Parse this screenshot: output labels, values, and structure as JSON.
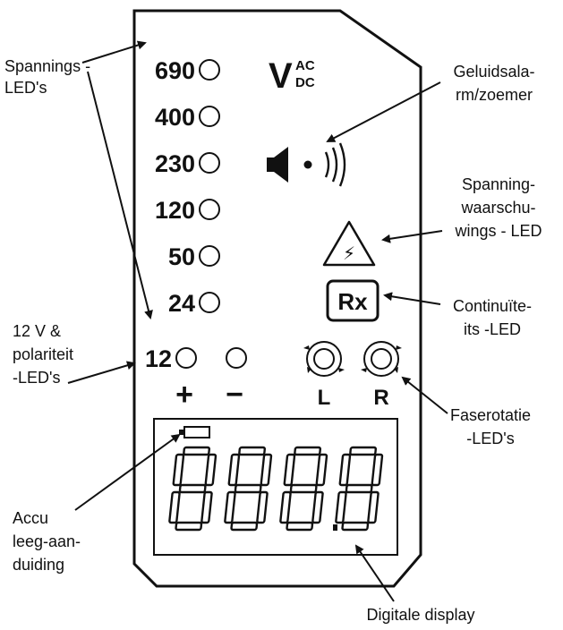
{
  "device": {
    "voltage_levels": [
      "690",
      "400",
      "230",
      "120",
      "50",
      "24"
    ],
    "low_voltage_level": "12",
    "polarity_plus": "+",
    "polarity_minus": "−",
    "unit_main": "V",
    "unit_ac": "AC",
    "unit_dc": "DC",
    "continuity_symbol": "Rx",
    "rotation_left": "L",
    "rotation_right": "R",
    "warning_symbol": "⚡",
    "display_digits": 4
  },
  "labels": {
    "spannings_leds": [
      "Spannings -",
      "LED's"
    ],
    "geluidsalarm": [
      "Geluidsala-",
      "rm/zoemer"
    ],
    "spanningwaarschuwing": [
      "Spanning-",
      "waarschu-",
      "wings - LED"
    ],
    "continuiteit": [
      "Continuïte-",
      "its -LED"
    ],
    "polariteit": [
      "12 V &",
      "polariteit",
      "-LED's"
    ],
    "faserotatie": [
      "Faserotatie",
      "-LED's"
    ],
    "accu": [
      "Accu",
      "leeg-aan-",
      "duiding"
    ],
    "display": "Digitale display"
  },
  "colors": {
    "ink": "#111111",
    "background": "#ffffff"
  }
}
